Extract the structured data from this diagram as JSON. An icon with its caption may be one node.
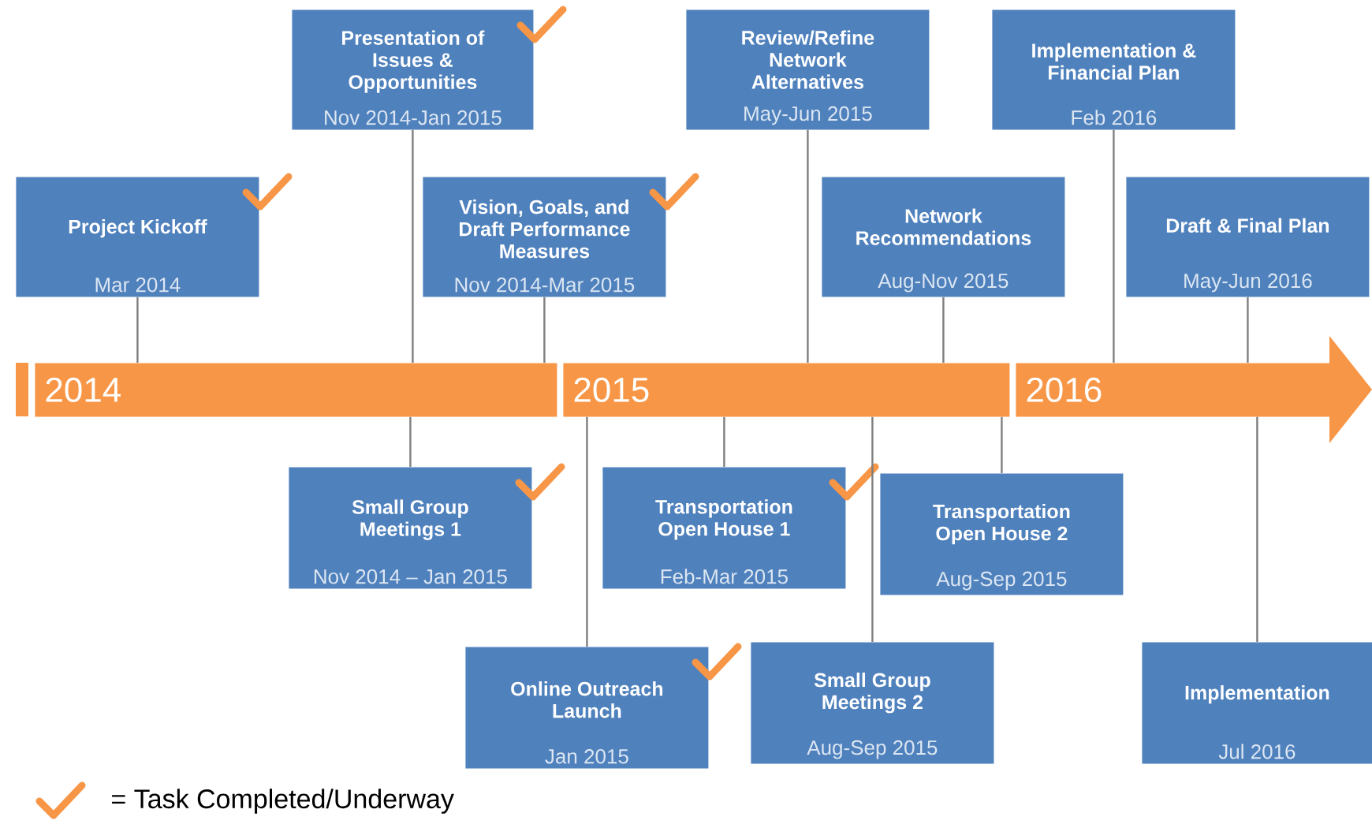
{
  "diagram": {
    "nodes": [
      {
        "text": [
          "Project Kickoff",
          "Mar 2014"
        ]
      },
      {
        "text": [
          "Presentation of Issues & Opportunities",
          "Nov 2014-Jan 2015"
        ]
      },
      {
        "text": [
          "Vision, Goals, and Draft Performance Measures",
          "Nov 2014-Mar 2015"
        ]
      },
      {
        "text": [
          "Review/Refine Network Alternatives",
          "May-Jun 2015"
        ]
      },
      {
        "text": [
          "Network Recommendations",
          "Aug-Nov 2015"
        ]
      },
      {
        "text": [
          "Implementation & Financial Plan",
          "Feb 2016"
        ]
      },
      {
        "text": [
          "Draft & Final Plan",
          "May-Jun 2016"
        ]
      },
      {
        "text": [
          "Small Group Meetings 1",
          "Nov 2014 – Jan 2015"
        ]
      },
      {
        "text": [
          "Online Outreach Launch",
          "Jan 2015"
        ]
      },
      {
        "text": [
          "Transportation Open House 1",
          "Feb-Mar 2015"
        ]
      },
      {
        "text": [
          "Small Group Meetings 2",
          "Aug-Sep 2015"
        ]
      },
      {
        "text": [
          "Transportation Open House 2",
          "Aug-Sep 2015"
        ]
      },
      {
        "text": [
          "Implementation",
          "Jul 2016"
        ]
      },
      {
        "text": [
          "2014"
        ]
      },
      {
        "text": [
          "2015"
        ]
      },
      {
        "text": [
          "2016"
        ]
      }
    ],
    "edges": [
      {
        "from": 0,
        "to": 13,
        "arrow": "none"
      },
      {
        "from": 1,
        "to": 13,
        "arrow": "none"
      },
      {
        "from": 2,
        "to": 13,
        "arrow": "none"
      },
      {
        "from": 3,
        "to": 14,
        "arrow": "none"
      },
      {
        "from": 4,
        "to": 14,
        "arrow": "none"
      },
      {
        "from": 5,
        "to": 15,
        "arrow": "none"
      },
      {
        "from": 6,
        "to": 15,
        "arrow": "none"
      },
      {
        "from": 7,
        "to": 13,
        "arrow": "none"
      },
      {
        "from": 8,
        "to": 14,
        "arrow": "none"
      },
      {
        "from": 9,
        "to": 14,
        "arrow": "none"
      },
      {
        "from": 10,
        "to": 14,
        "arrow": "none"
      },
      {
        "from": 11,
        "to": 14,
        "arrow": "none"
      },
      {
        "from": 12,
        "to": 15,
        "arrow": "none"
      }
    ],
    "legend": [
      {
        "text": "= Task Completed/Underway"
      }
    ]
  }
}
